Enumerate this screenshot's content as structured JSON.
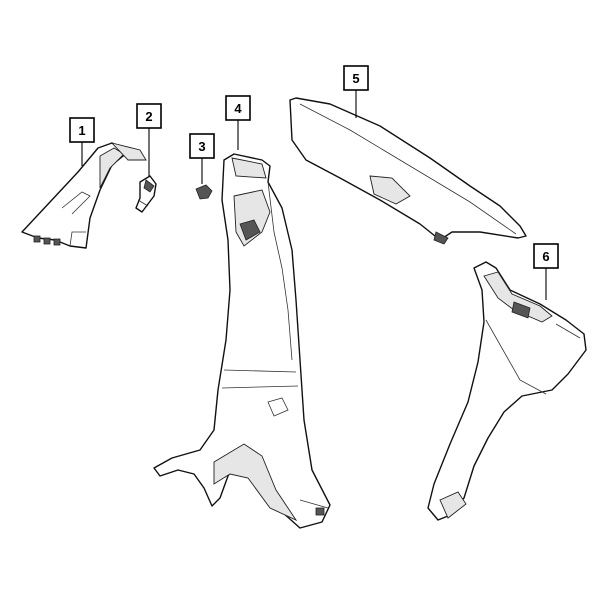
{
  "callouts": [
    {
      "id": "1",
      "label": "1",
      "part": "a-pillar-trim"
    },
    {
      "id": "2",
      "label": "2",
      "part": "push-pin-fastener"
    },
    {
      "id": "3",
      "label": "3",
      "part": "retainer-clip"
    },
    {
      "id": "4",
      "label": "4",
      "part": "b-pillar-trim"
    },
    {
      "id": "5",
      "label": "5",
      "part": "roof-rail-trim"
    },
    {
      "id": "6",
      "label": "6",
      "part": "c-pillar-trim"
    }
  ],
  "colors": {
    "line": "#111111",
    "shade": "#e6e6e6",
    "background": "#ffffff"
  }
}
